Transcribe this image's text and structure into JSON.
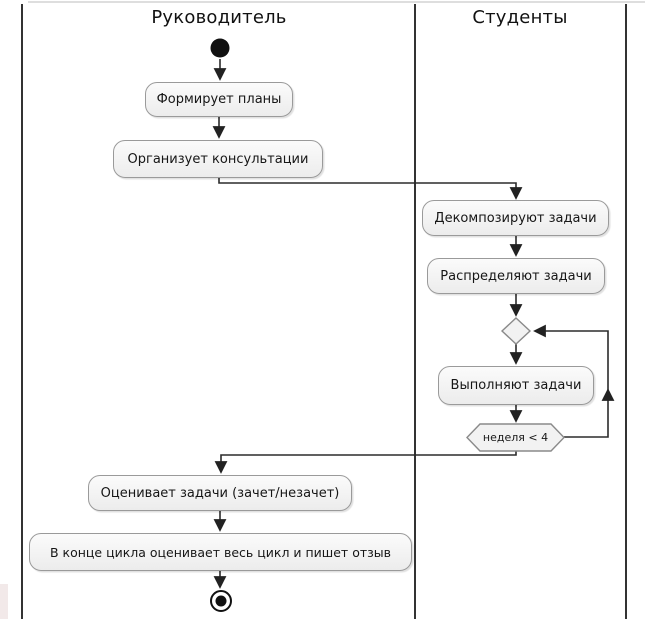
{
  "lanes": {
    "supervisor": "Руководитель",
    "students": "Студенты"
  },
  "activities": {
    "form_plans": "Формирует планы",
    "organize_consultations": "Организует консультации",
    "decompose_tasks": "Декомпозируют задачи",
    "distribute_tasks": "Распределяют задачи",
    "execute_tasks": "Выполняют задачи",
    "evaluate_tasks": "Оценивает задачи (зачет/незачет)",
    "final_review": "В конце цикла оценивает весь цикл и пишет отзыв"
  },
  "decision": {
    "loop_condition": "неделя < 4"
  },
  "colors": {
    "node_fill": "#f2f2f2",
    "node_border": "#9a9a9a",
    "edge": "#2b2b2b",
    "lane_line": "#333333",
    "text": "#1a1a1a"
  }
}
